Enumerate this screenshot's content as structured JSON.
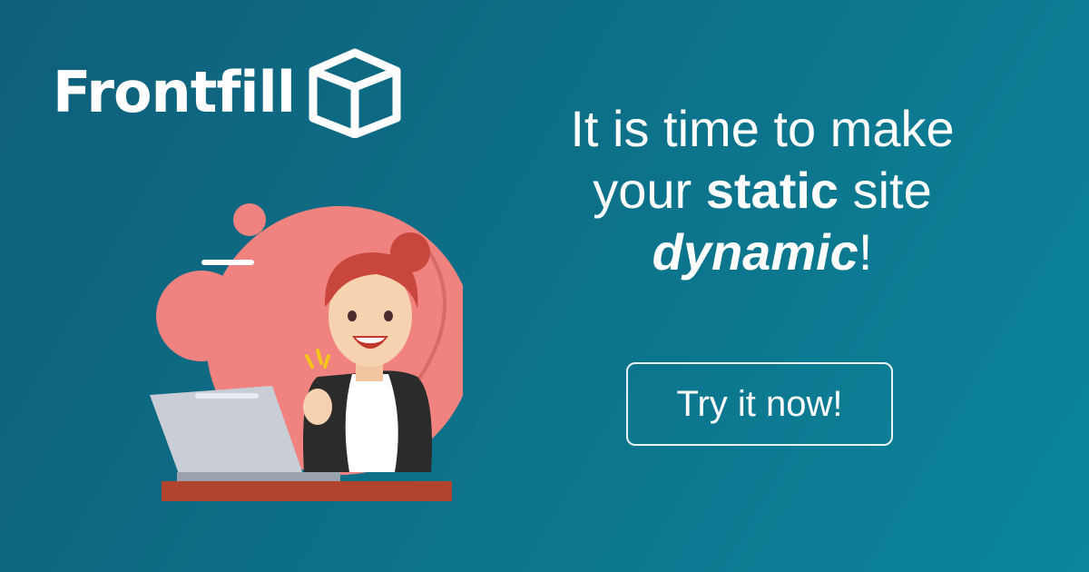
{
  "brand": {
    "name": "Frontfill",
    "logo_icon": "box-icon"
  },
  "headline": {
    "line1": "It is time to make",
    "line2_prefix": "your ",
    "line2_strong": "static",
    "line2_suffix": " site",
    "line3_emph": "dynamic",
    "line3_suffix": "!"
  },
  "cta": {
    "label": "Try it now!"
  },
  "illustration": {
    "name": "woman-at-laptop-illustration"
  },
  "colors": {
    "background_start": "#0f5f7a",
    "background_end": "#0b869c",
    "accent_coral": "#f08380",
    "hair": "#c8463b",
    "text": "#ffffff"
  }
}
